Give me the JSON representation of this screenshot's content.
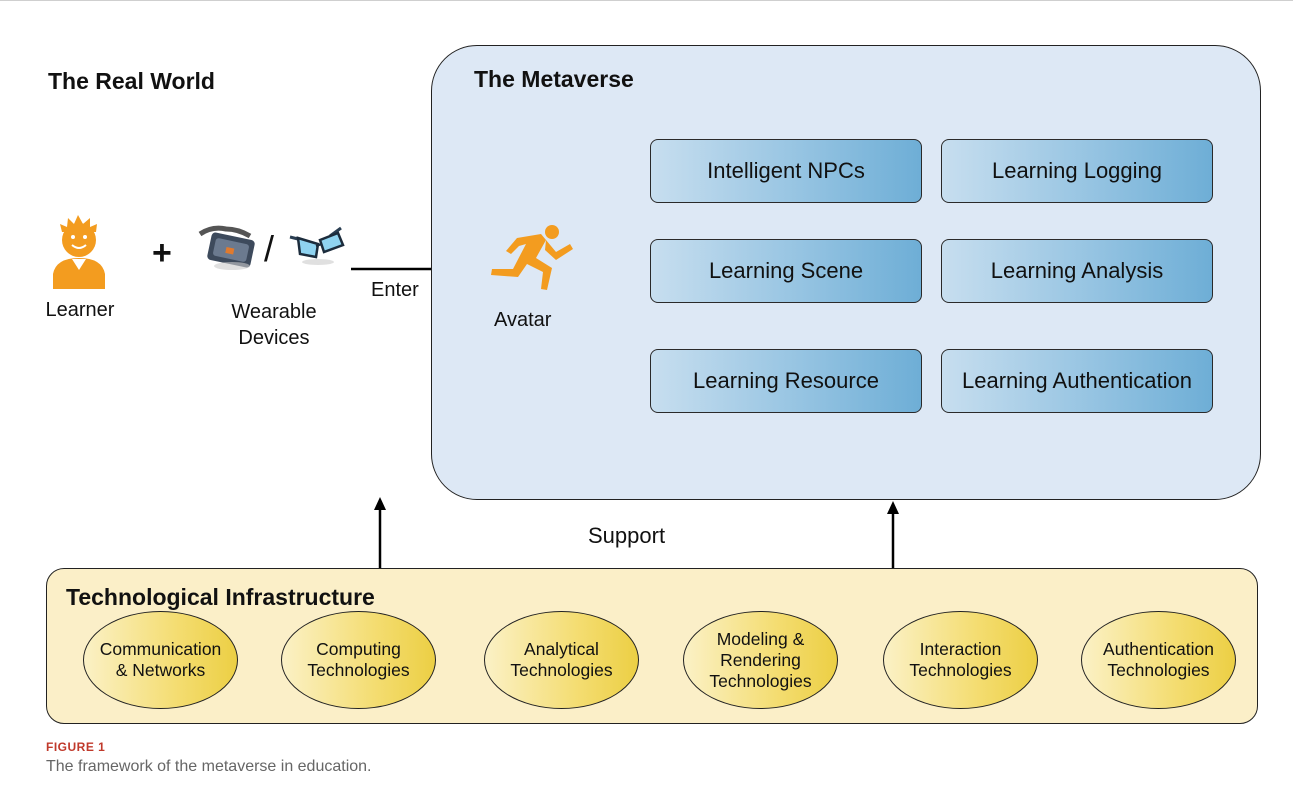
{
  "real_world": {
    "title": "The Real World",
    "learner_label": "Learner",
    "plus": "+",
    "slash": "/",
    "wearable_label_line1": "Wearable",
    "wearable_label_line2": "Devices",
    "enter_label": "Enter"
  },
  "metaverse": {
    "title": "The Metaverse",
    "avatar_label": "Avatar",
    "modules": [
      "Intelligent NPCs",
      "Learning Logging",
      "Learning Scene",
      "Learning Analysis",
      "Learning Resource",
      "Learning Authentication"
    ]
  },
  "support_label": "Support",
  "infrastructure": {
    "title": "Technological Infrastructure",
    "technologies": [
      "Communication\n& Networks",
      "Computing\nTechnologies",
      "Analytical\nTechnologies",
      "Modeling &\nRendering\nTechnologies",
      "Interaction\nTechnologies",
      "Authentication\nTechnologies"
    ]
  },
  "figure": {
    "label": "FIGURE 1",
    "caption": "The framework of the metaverse in education."
  },
  "colors": {
    "accent_orange": "#f39c1f",
    "metaverse_bg": "#dde8f5",
    "module_blue": "#6eaed6",
    "infra_bg": "#fbefc8",
    "tech_yellow": "#eccf44",
    "figure_label": "#c0392b"
  }
}
